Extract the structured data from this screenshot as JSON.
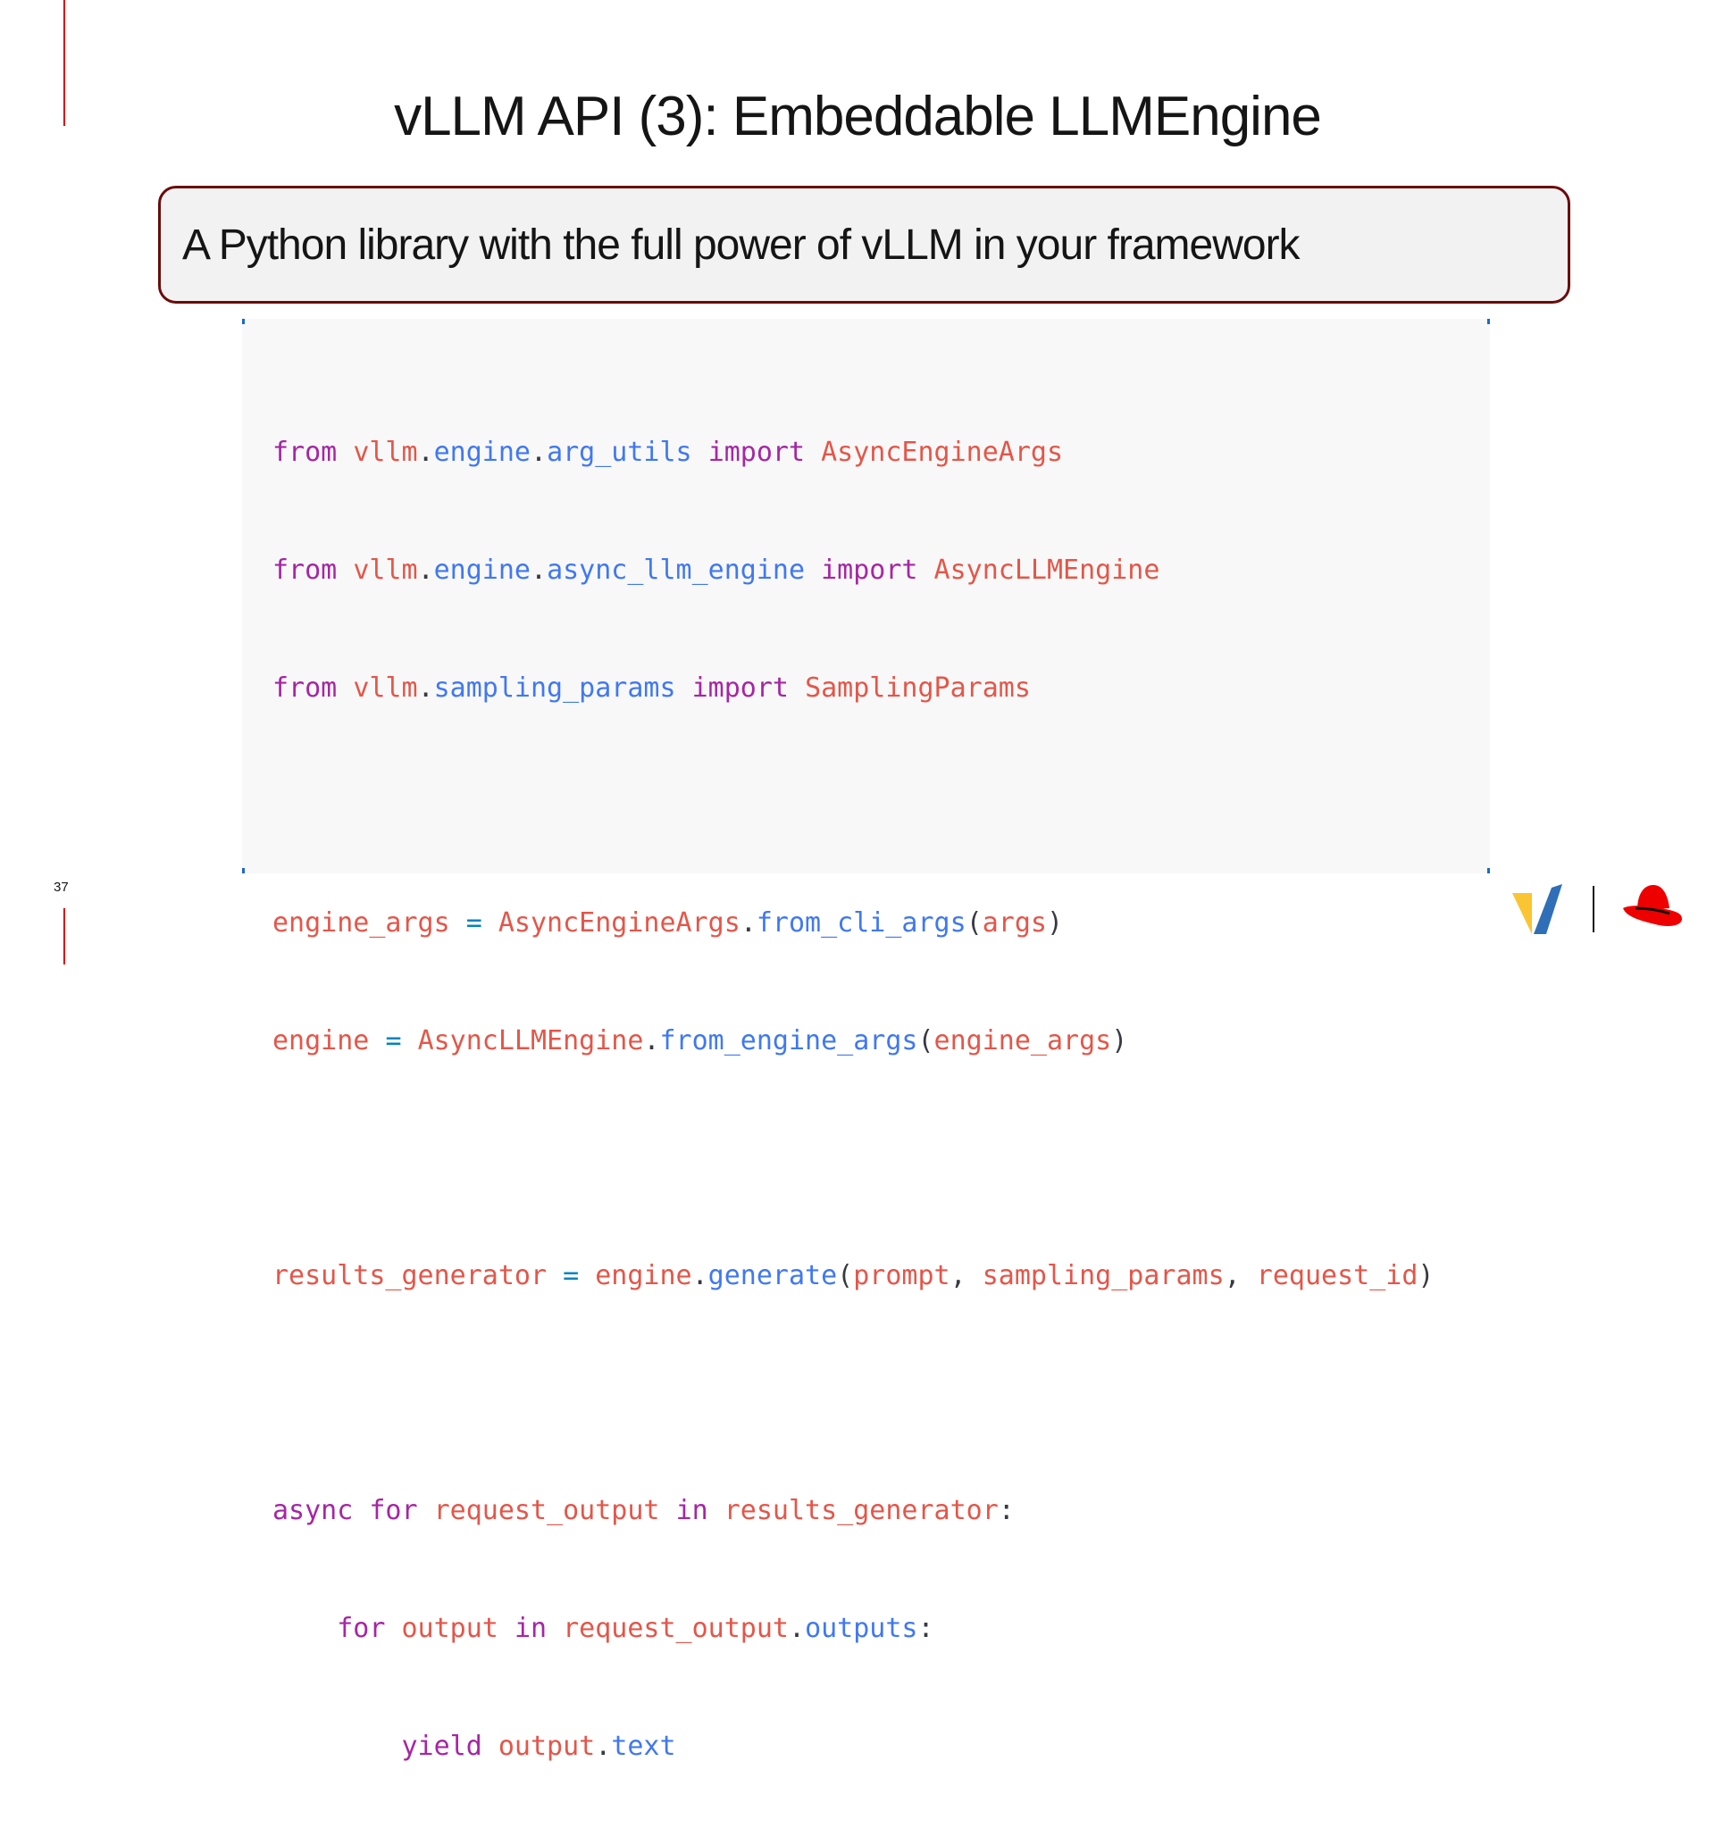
{
  "slide": {
    "title": "vLLM API (3): Embeddable LLMEngine",
    "subtitle": "A Python library with the full power of vLLM in your framework",
    "page_number": "37"
  },
  "code": {
    "line1": {
      "t1": "from",
      "t2": "vllm",
      "t3": ".",
      "t4": "engine",
      "t5": ".",
      "t6": "arg_utils",
      "t7": "import",
      "t8": "AsyncEngineArgs"
    },
    "line2": {
      "t1": "from",
      "t2": "vllm",
      "t3": ".",
      "t4": "engine",
      "t5": ".",
      "t6": "async_llm_engine",
      "t7": "import",
      "t8": "AsyncLLMEngine"
    },
    "line3": {
      "t1": "from",
      "t2": "vllm",
      "t3": ".",
      "t4": "sampling_params",
      "t5": "import",
      "t6": "SamplingParams"
    },
    "line5": {
      "t1": "engine_args",
      "t2": "=",
      "t3": "AsyncEngineArgs",
      "t4": ".",
      "t5": "from_cli_args",
      "t6": "(",
      "t7": "args",
      "t8": ")"
    },
    "line6": {
      "t1": "engine",
      "t2": "=",
      "t3": "AsyncLLMEngine",
      "t4": ".",
      "t5": "from_engine_args",
      "t6": "(",
      "t7": "engine_args",
      "t8": ")"
    },
    "line8": {
      "t1": "results_generator",
      "t2": "=",
      "t3": "engine",
      "t4": ".",
      "t5": "generate",
      "t6": "(",
      "t7": "prompt",
      "t8": ",",
      "t9": "sampling_params",
      "t10": ",",
      "t11": "request_id",
      "t12": ")"
    },
    "line10": {
      "t1": "async",
      "t2": "for",
      "t3": "request_output",
      "t4": "in",
      "t5": "results_generator",
      "t6": ":"
    },
    "line11": {
      "t1": "for",
      "t2": "output",
      "t3": "in",
      "t4": "request_output",
      "t5": ".",
      "t6": "outputs",
      "t7": ":"
    },
    "line12": {
      "t1": "yield",
      "t2": "output",
      "t3": ".",
      "t4": "text"
    }
  },
  "logos": {
    "vllm": "vllm-logo-icon",
    "redhat": "redhat-logo-icon"
  },
  "colors": {
    "accent_red": "#e00000",
    "box_border": "#6b0b0b",
    "keyword": "#a626a4",
    "identifier": "#e45649",
    "function": "#4078f2",
    "operator": "#0184bc"
  }
}
